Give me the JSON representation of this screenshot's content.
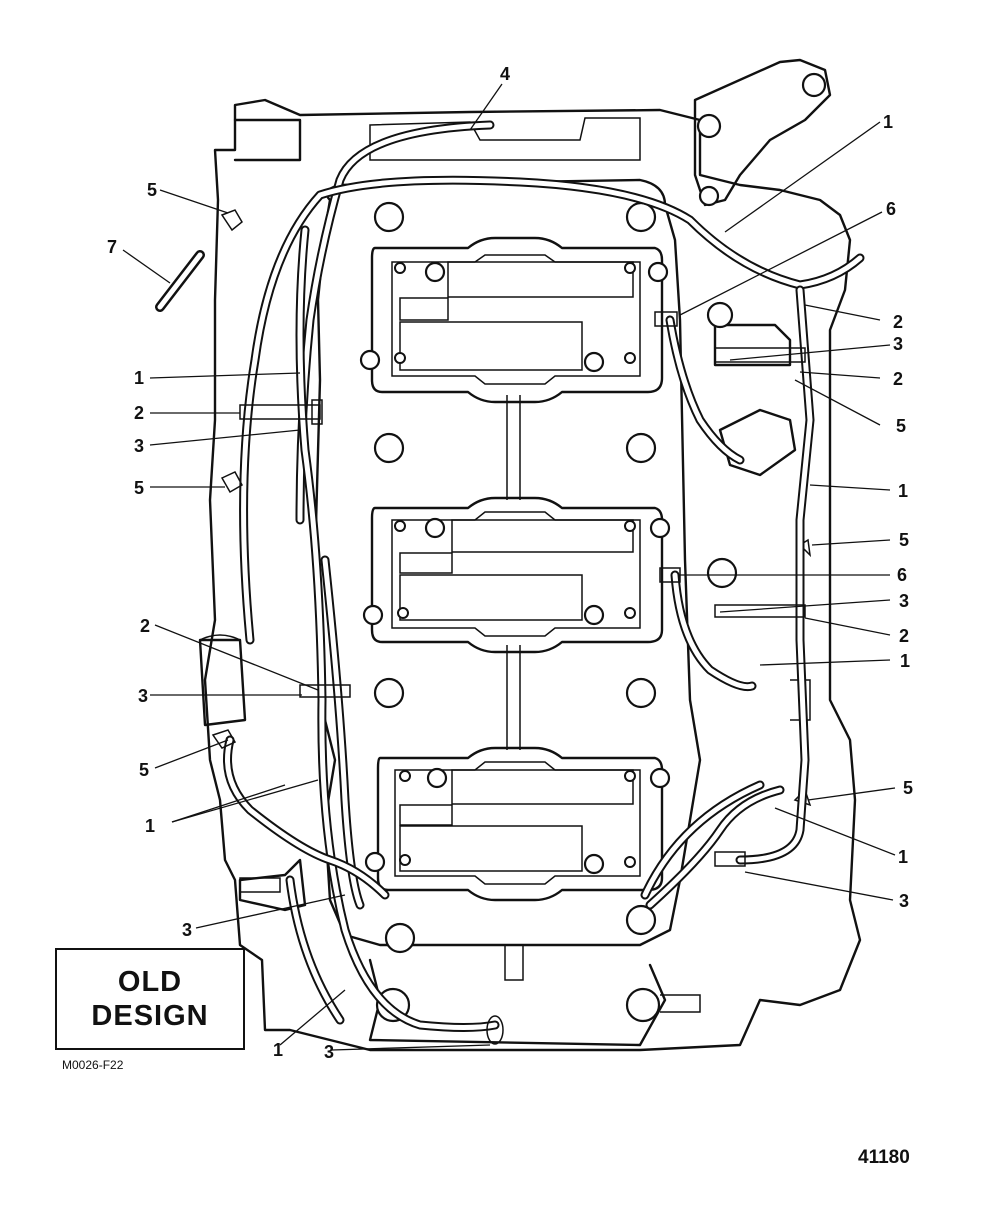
{
  "box": {
    "line1": "OLD",
    "line2": "DESIGN"
  },
  "drawing_code": "M0026-F22",
  "illustration_number": "41180",
  "callouts": {
    "c4": "4",
    "c1_top": "1",
    "c6_top": "6",
    "c5_left_top": "5",
    "c7": "7",
    "c2_r1": "2",
    "c3_r1": "3",
    "c2_r2": "2",
    "c5_r1": "5",
    "c1_left": "1",
    "c2_left": "2",
    "c3_left": "3",
    "c5_left_mid": "5",
    "c1_right_mid": "1",
    "c5_right_mid": "5",
    "c6_mid": "6",
    "c3_r3": "3",
    "c2_r3": "2",
    "c1_r3": "1",
    "c2_left_low": "2",
    "c3_left_low": "3",
    "c5_left_low": "5",
    "c1_left_low": "1",
    "c5_right_low": "5",
    "c1_right_low": "1",
    "c3_right_low": "3",
    "c3_bottom_left": "3",
    "c1_bottom": "1",
    "c3_bottom": "3"
  },
  "colors": {
    "ink": "#111111",
    "paper": "#ffffff"
  }
}
